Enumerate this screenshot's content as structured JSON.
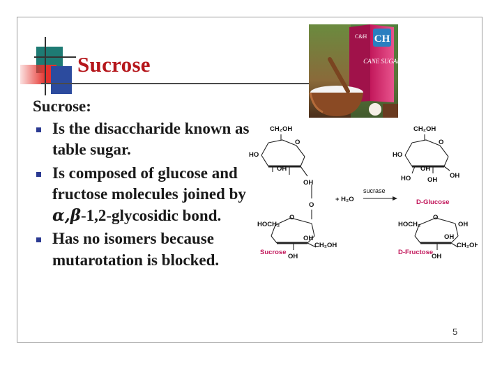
{
  "slide": {
    "title": "Sucrose",
    "heading": "Sucrose:",
    "bullets": [
      {
        "text": "Is the disaccharide known as table sugar."
      },
      {
        "pre": "Is composed of glucose and fructose molecules joined by ",
        "greek": "α,β",
        "post": "-1,2-glycosidic bond."
      },
      {
        "text": "Has no isomers because mutarotation is blocked."
      }
    ],
    "page_number": "5"
  },
  "photo": {
    "box_monogram": "CH",
    "box_brand": "CANE SUGAR",
    "box_side": "C&H"
  },
  "diagram": {
    "sucrose_label": "Sucrose",
    "glucose_label": "D-Glucose",
    "fructose_label": "D-Fructose",
    "reagent": "+ H₂O",
    "enzyme": "sucrase",
    "glc": {
      "ch2oh": "CH₂OH",
      "o_ring": "O",
      "ho": "HO",
      "oh3": "OH",
      "oh2": "OH"
    },
    "link_o": "O",
    "fru": {
      "hoch2": "HOCH₂",
      "o_ring": "O",
      "oh3": "OH",
      "oh4": "OH",
      "ch2oh": "CH₂OH"
    },
    "prod_glc": {
      "ch2oh": "CH₂OH",
      "o_ring": "O",
      "ho4": "HO",
      "oh3": "OH",
      "ho1": "HO",
      "oh1": "OH",
      "oh2": "OH"
    },
    "prod_fru": {
      "hoch2": "HOCH₂",
      "o_ring": "O",
      "oh2": "OH",
      "oh3": "OH",
      "ch2oh": "CH₂OH",
      "oh4": "OH"
    }
  },
  "colors": {
    "title": "#b5161b",
    "bullet": "#2b3a92",
    "deco_teal": "#1e7b74",
    "deco_red": "#e5322d",
    "deco_blue": "#2c4b9e",
    "label_pink": "#c2185b"
  }
}
